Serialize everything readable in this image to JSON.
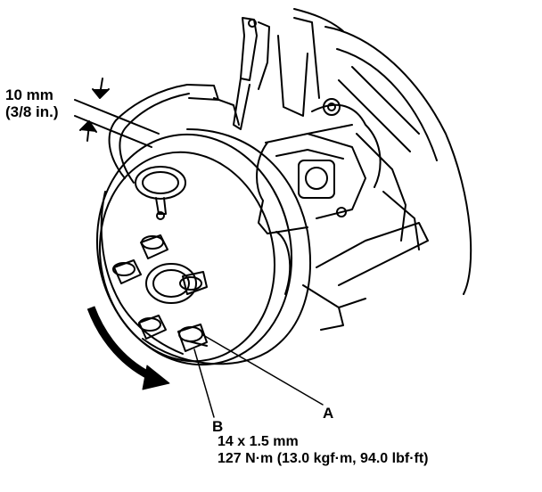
{
  "gauge_callout": {
    "line1": "10 mm",
    "line2": "(3/8 in.)"
  },
  "callout_a": {
    "letter": "A"
  },
  "callout_b": {
    "letter": "B",
    "thread_spec": "14 x 1.5 mm",
    "torque_spec": "127 N·m (13.0 kgf·m, 94.0 lbf·ft)"
  },
  "colors": {
    "line": "#000000",
    "background": "#ffffff"
  },
  "icons": [
    "dial-indicator-icon",
    "vise-grip-pliers-icon",
    "rotation-arrow-icon",
    "gap-arrow-icon"
  ]
}
